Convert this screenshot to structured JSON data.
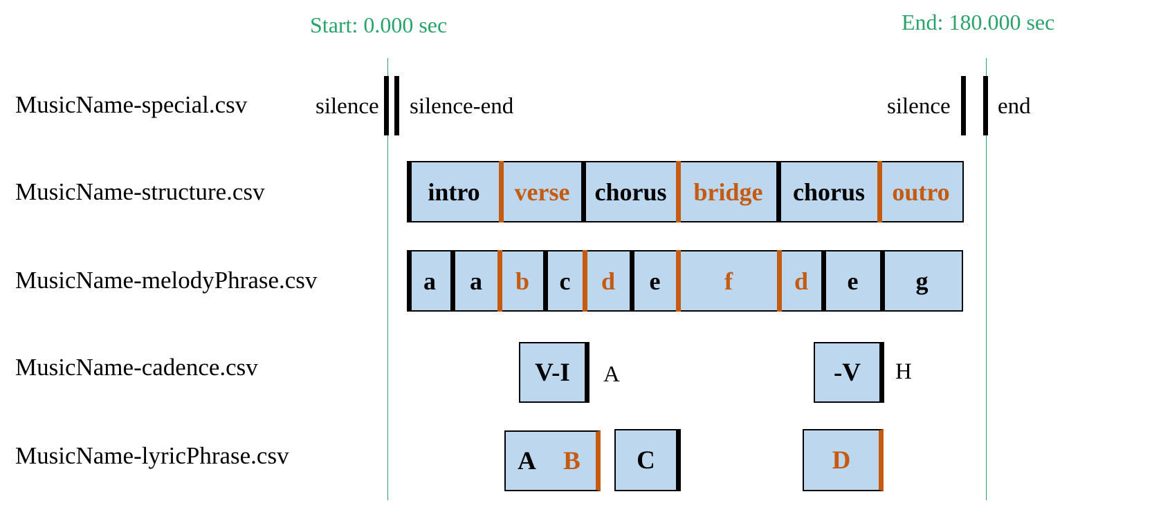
{
  "colors": {
    "green": "#2aa36b",
    "orange": "#c55a11",
    "black": "#000000",
    "fill": "#bdd7ee"
  },
  "markers": {
    "start": "Start: 0.000 sec",
    "end": "End: 180.000 sec"
  },
  "files": {
    "special": "MusicName-special.csv",
    "structure": "MusicName-structure.csv",
    "melody": "MusicName-melodyPhrase.csv",
    "cadence": "MusicName-cadence.csv",
    "lyric": "MusicName-lyricPhrase.csv"
  },
  "special": {
    "silence_1": "silence",
    "silence_end": "silence-end",
    "silence_2": "silence",
    "end": "end"
  },
  "structure": [
    {
      "label": "intro",
      "color": "black"
    },
    {
      "label": "verse",
      "color": "orange"
    },
    {
      "label": "chorus",
      "color": "black"
    },
    {
      "label": "bridge",
      "color": "orange"
    },
    {
      "label": "chorus",
      "color": "black"
    },
    {
      "label": "outro",
      "color": "orange"
    }
  ],
  "melody": [
    {
      "label": "a",
      "color": "black"
    },
    {
      "label": "a",
      "color": "black"
    },
    {
      "label": "b",
      "color": "orange"
    },
    {
      "label": "c",
      "color": "black"
    },
    {
      "label": "d",
      "color": "orange"
    },
    {
      "label": "e",
      "color": "black"
    },
    {
      "label": "f",
      "color": "orange"
    },
    {
      "label": "d",
      "color": "orange"
    },
    {
      "label": "e",
      "color": "black"
    },
    {
      "label": "g",
      "color": "black"
    }
  ],
  "cadence": [
    {
      "label": "V-I",
      "type": "A"
    },
    {
      "label": "-V",
      "type": "H"
    }
  ],
  "lyric": [
    {
      "label": "A",
      "color": "black"
    },
    {
      "label": "B",
      "color": "orange"
    },
    {
      "label": "C",
      "color": "black"
    },
    {
      "label": "D",
      "color": "orange"
    }
  ]
}
